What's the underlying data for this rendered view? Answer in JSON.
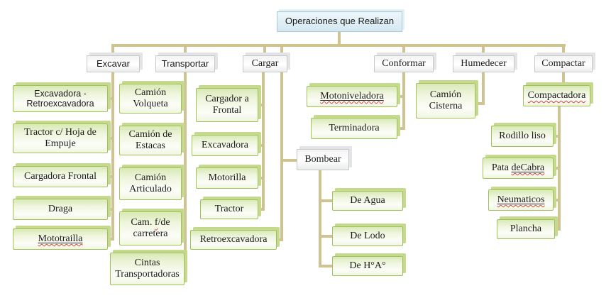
{
  "diagram": {
    "title": "Operaciones que Realizan",
    "level1": {
      "excavar": "Excavar",
      "transportar": "Transportar",
      "cargar": "Cargar",
      "conformar": "Conformar",
      "humedecer": "Humedecer",
      "compactar": "Compactar",
      "bombear": "Bombear"
    },
    "items": {
      "excavadora_retro": "Excavadora - Retroexcavadora",
      "tractor_hoja": "Tractor c/ Hoja de Empuje",
      "cargadora_frontal": "Cargadora Frontal",
      "draga": "Draga",
      "mototrailla": "Mototrailla",
      "camion_volqueta": "Camión Volqueta",
      "camion_estacas": "Camión de Estacas",
      "camion_articulado": "Camión Articulado",
      "cintas": "Cintas Transportadoras",
      "cargador_frontal": "Cargador a Frontal",
      "excavadora": "Excavadora",
      "motorilla": "Motorilla",
      "tractor": "Tractor",
      "retroexcavadora": "Retroexcavadora",
      "de_agua": "De Agua",
      "de_lodo": "De Lodo",
      "de_ha": "De H°A°",
      "motoniveladora": "Motoniveladora",
      "terminadora": "Terminadora",
      "camion_cisterna": "Camión Cisterna",
      "compactadora": "Compactadora",
      "rodillo_liso": "Rodillo liso",
      "neumaticos": "Neumaticos",
      "plancha": "Plancha"
    },
    "fragments": {
      "cam_carretera": {
        "pre": "Cam. ",
        "marked": "f",
        "post": "/de carretera"
      },
      "pata_decabra": {
        "pre": "Pata ",
        "marked": "deCabra"
      }
    }
  },
  "colors": {
    "connector": "#cfc391",
    "green_box_border": "#a2c159",
    "green_box_fill_top": "#d9e9b6",
    "green_box_shadow": "#c5da8e",
    "gray_box_border": "#c6c8ca",
    "title_box_fill": "#d4e8f1",
    "title_box_border": "#a9cbd9",
    "spellcheck_squiggle": "#d4453c",
    "text": "#1c1c1c"
  }
}
